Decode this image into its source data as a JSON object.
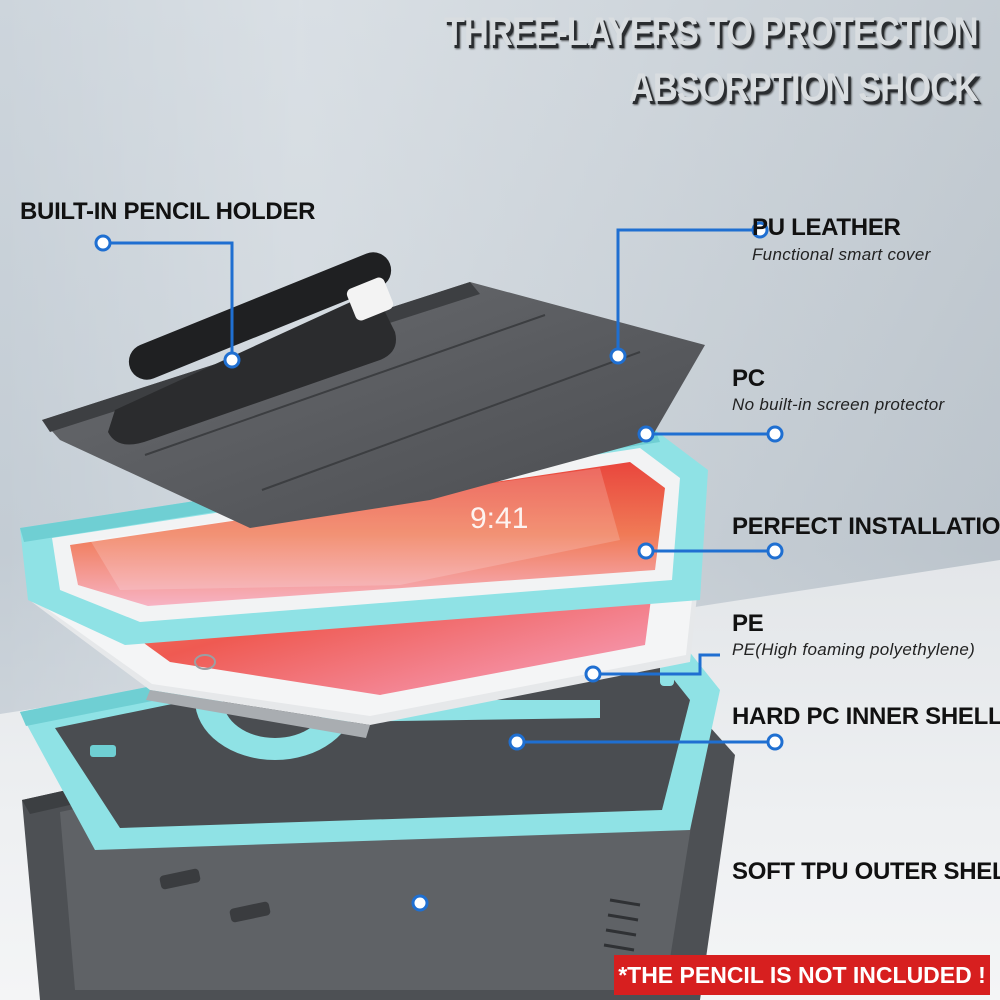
{
  "headline": {
    "line1": "THREE-LAYERS TO PROTECTION",
    "line2": "ABSORPTION SHOCK"
  },
  "callouts": {
    "pencil_holder": {
      "title": "BUILT-IN PENCIL HOLDER"
    },
    "pu_leather": {
      "title": "PU LEATHER",
      "subtitle": "Functional smart cover"
    },
    "pc": {
      "title": "PC",
      "subtitle": "No built-in screen protector"
    },
    "perfect_installation": {
      "title": "PERFECT INSTALLATION"
    },
    "pe": {
      "title": "PE",
      "subtitle": "PE(High foaming polyethylene)"
    },
    "hard_pc_inner_shell": {
      "title": "HARD PC INNER SHELL"
    },
    "soft_tpu_outer_shell": {
      "title": "SOFT TPU OUTER SHELL"
    }
  },
  "tablet_screen": {
    "time": "9:41"
  },
  "notice": {
    "text": "*THE PENCIL IS NOT INCLUDED !"
  },
  "colors": {
    "callout_blue": "#1f6fd1",
    "mint_frame": "#8ee3e6",
    "cover_gray": "#5b5d61",
    "shell_gray": "#55585c",
    "notice_red": "#d71f1f"
  }
}
